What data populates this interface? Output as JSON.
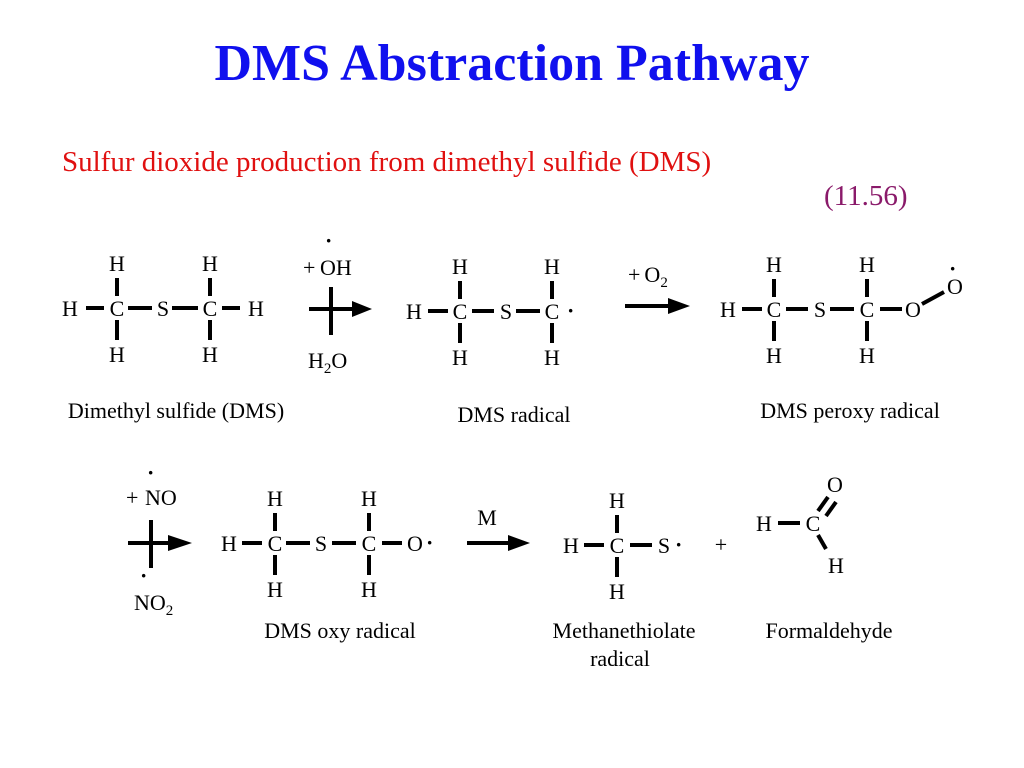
{
  "title": "DMS Abstraction Pathway",
  "subtitle": "Sulfur dioxide production from dimethyl sulfide (DMS)",
  "equation_number": "(11.56)",
  "atoms": {
    "H": "H",
    "C": "C",
    "S": "S",
    "O": "O"
  },
  "radical_dot": "·",
  "reagents": {
    "plus": "+",
    "oh": "OH",
    "h2o_h": "H",
    "h2o_sub": "2",
    "h2o_o": "O",
    "o2_o": "O",
    "o2_sub": "2",
    "no": "NO",
    "no2_no": "NO",
    "no2_sub": "2",
    "m": "M",
    "product_plus": "+"
  },
  "labels": {
    "dms": "Dimethyl sulfide (DMS)",
    "dms_radical": "DMS radical",
    "dms_peroxy": "DMS peroxy radical",
    "dms_oxy": "DMS oxy radical",
    "methanethiolate_1": "Methanethiolate",
    "methanethiolate_2": "radical",
    "formaldehyde": "Formaldehyde"
  },
  "colors": {
    "title": "#1010ee",
    "subtitle": "#e01010",
    "equation_number": "#8a1a6a",
    "structure": "#000000"
  }
}
